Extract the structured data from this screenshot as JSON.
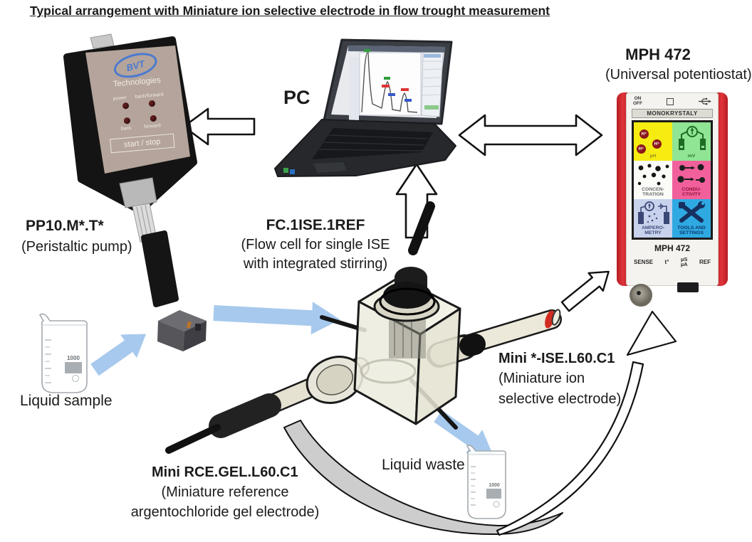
{
  "title": "Typical arrangement with Miniature ion selective electrode in flow trought measurement",
  "pump": {
    "name": "PP10.M*.T*",
    "desc": "(Peristaltic pump)",
    "logo_text": "BVT",
    "logo_sub": "Technologies",
    "label_power": "power",
    "label_back_forward": "back/forward",
    "label_back": "back",
    "label_forward": "forward",
    "button": "start / stop"
  },
  "pc": {
    "label": "PC"
  },
  "potentiostat": {
    "name": "MPH 472",
    "desc": "(Universal potentiostat)",
    "power_on": "ON",
    "power_off": "OFF",
    "brand": "MONOKRYSTALY",
    "model": "MPH 472",
    "ion": "H⁺",
    "tiles": [
      {
        "label": "pH"
      },
      {
        "label": "mV"
      },
      {
        "line1": "CONCEN-",
        "line2": "TRATION"
      },
      {
        "line1": "CONDU-",
        "line2": "CTIVITY"
      },
      {
        "line1": "AMPERO-",
        "line2": "METRY"
      },
      {
        "line1": "TOOLS AND",
        "line2": "SETTINGS"
      }
    ],
    "ports": {
      "sense": "SENSE",
      "temp": "t°",
      "us": "µS",
      "ua": "µA",
      "ref": "REF"
    }
  },
  "flow_cell": {
    "name": "FC.1ISE.1REF",
    "desc_line1": "(Flow cell for single ISE",
    "desc_line2": "with integrated stirring)"
  },
  "ise_electrode": {
    "name": "Mini *-ISE.L60.C1",
    "desc_line1": "(Miniature ion",
    "desc_line2": "selective electrode)"
  },
  "ref_electrode": {
    "name": "Mini RCE.GEL.L60.C1",
    "desc_line1": "(Miniature reference",
    "desc_line2": "argentochloride gel electrode)"
  },
  "sample": {
    "label": "Liquid sample",
    "volume": "1000"
  },
  "waste": {
    "label": "Liquid waste",
    "volume": "1000"
  },
  "colors": {
    "flow_arrow_blue": "#a7c9ed",
    "swoosh_grey": "#cdcdcd",
    "device_red": "#d7282f",
    "pump_face_tan": "#b4a49b",
    "logo_blue": "#4a79d0",
    "tile_yellow": "#f6ec12",
    "tile_green": "#8fe593",
    "tile_pink": "#f2609c",
    "tile_lavender": "#c9d2ec",
    "tile_blue": "#2fa9e1"
  }
}
